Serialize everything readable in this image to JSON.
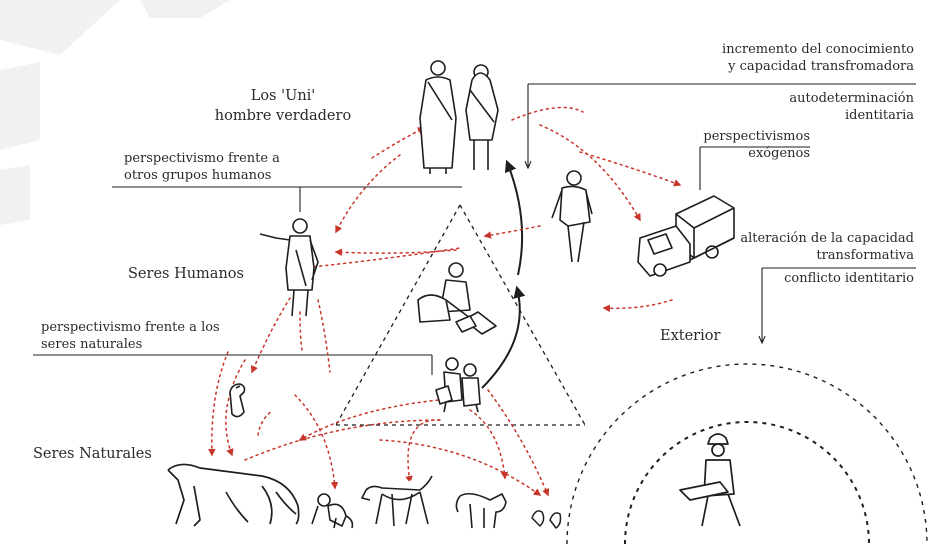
{
  "labels": {
    "los_uni_line1": "Los 'Uni'",
    "los_uni_line2": "hombre verdadero",
    "perspect_humanos_line1": "perspectivismo frente a",
    "perspect_humanos_line2": "otros grupos humanos",
    "seres_humanos": "Seres Humanos",
    "perspect_naturales_line1": "perspectivismo frente a los",
    "perspect_naturales_line2": "seres naturales",
    "seres_naturales": "Seres Naturales",
    "incremento_line1": "incremento del conocimiento",
    "incremento_line2": "y capacidad transfromadora",
    "autodeterminacion_line1": "autodeterminación",
    "autodeterminacion_line2": "identitaria",
    "exogenos_line1": "perspectivismos",
    "exogenos_line2": "exógenos",
    "alteracion_line1": "alteración de la capacidad",
    "alteracion_line2": "transformativa",
    "conflicto": "conflicto identitario",
    "exterior": "Exterior"
  },
  "colors": {
    "ink": "#1e1e1e",
    "red_dotted": "#c8352a",
    "gray_text": "#2a2a2a"
  },
  "icons": [
    "couple-figures-icon",
    "walking-woman-icon",
    "truck-icon",
    "pointing-man-icon",
    "seated-man-icon",
    "crouching-pair-icon",
    "bird-icon",
    "puma-icon",
    "monkey-icon",
    "dog-icon",
    "cat-icon",
    "small-birds-icon",
    "chainsaw-worker-icon"
  ]
}
